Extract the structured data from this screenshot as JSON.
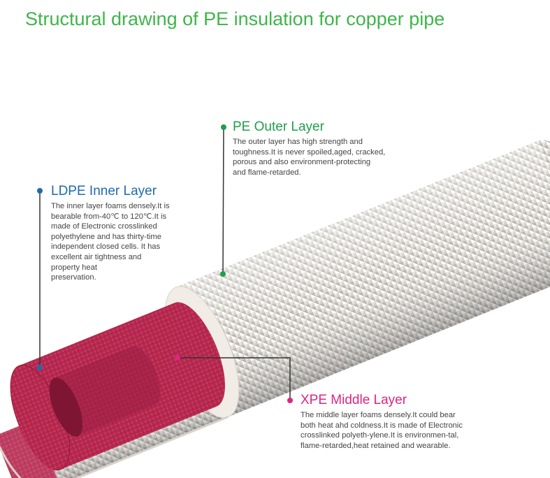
{
  "title": "Structural drawing of PE insulation for copper pipe",
  "colors": {
    "title": "#3fb54a",
    "outer": "#1f9e4a",
    "inner": "#1f6ab0",
    "middle": "#e0257e",
    "foam": "#b7294f"
  },
  "layers": {
    "outer": {
      "heading": "PE Outer Layer",
      "text": "The outer layer has high strength and\ntoughness.It is never spoiled,aged, cracked,\nporous and also environment-protecting\nand flame-retarded."
    },
    "inner": {
      "heading": "LDPE Inner Layer",
      "text": "The inner layer foams densely.It is\nbearable from-40℃ to 120℃.It is\nmade of Electronic crosslinked\npolyethylene and has thirty-time\nindependent closed cells. It has\nexcellent air tightness and\nproperty heat\npreservation."
    },
    "middle": {
      "heading": "XPE Middle Layer",
      "text": "The middle layer foams densely.It could bear\nboth heat ahd coldness.It is made of Electronic\ncrosslinked polyeth-ylene.It is environmen-tal,\nflame-retarded,heat retained and wearable."
    }
  }
}
